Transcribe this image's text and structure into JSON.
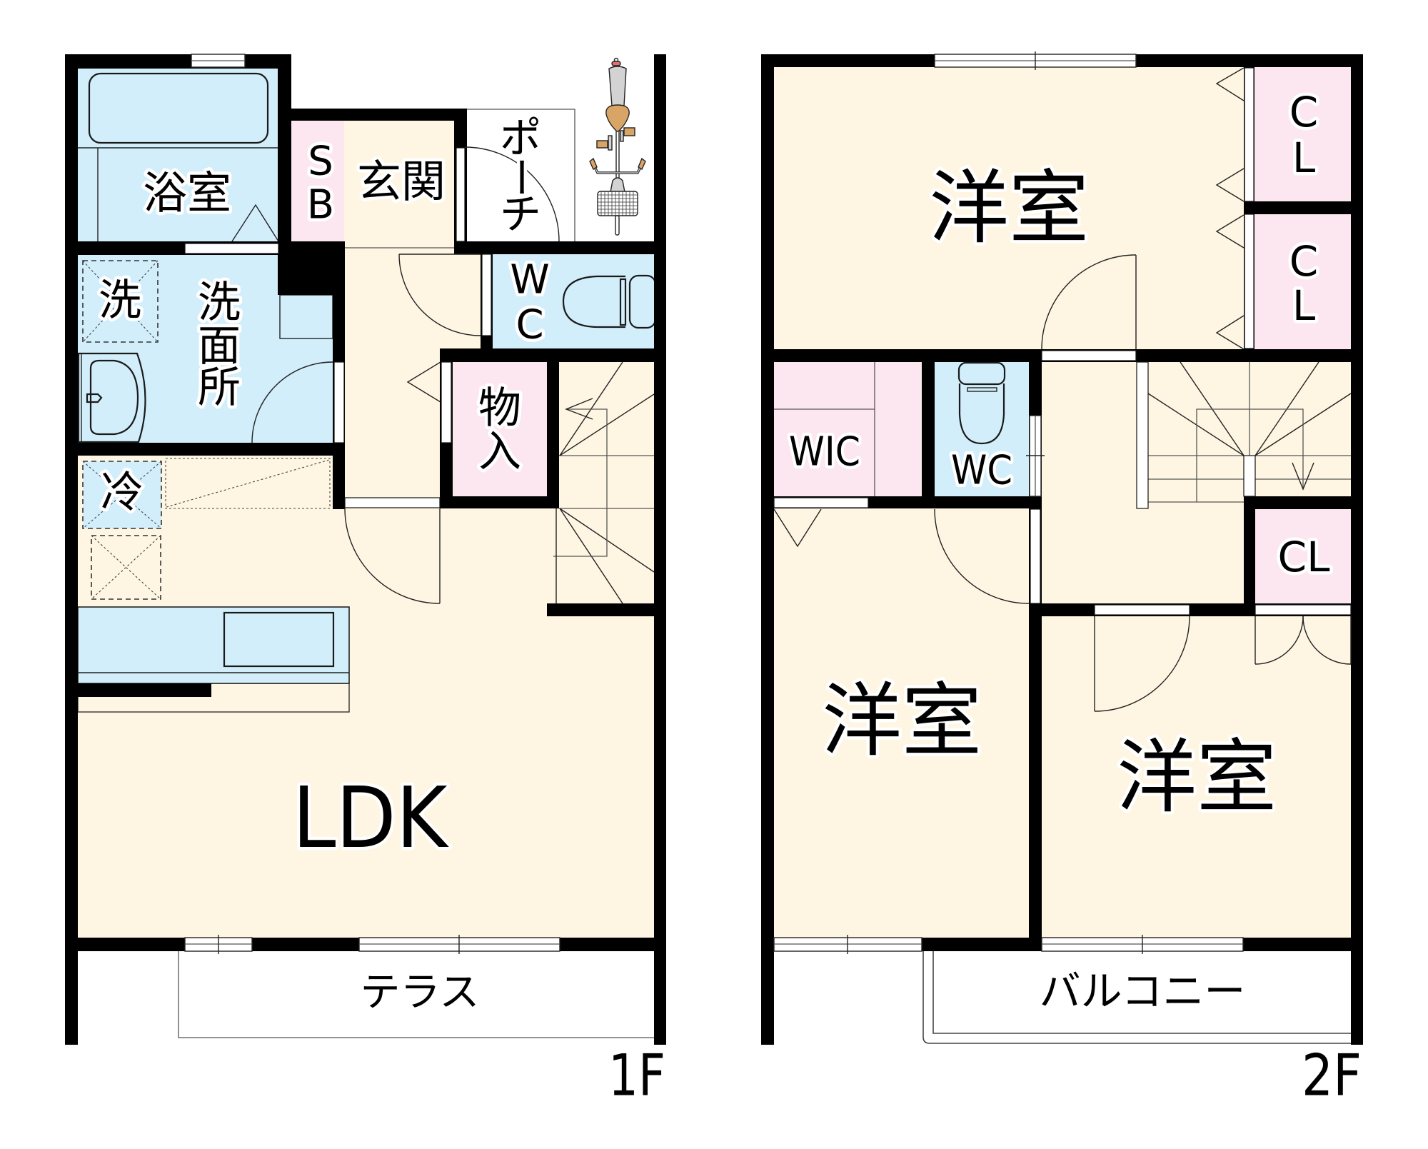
{
  "colors": {
    "wet_area": "#D2EEFB",
    "living_area": "#FEF6E3",
    "storage_area": "#FCE7F0",
    "wall": "#000000",
    "outdoor": "#FFFFFF",
    "bicycle_saddle": "#D9A566",
    "bicycle_body": "#D3D3D3"
  },
  "floor_1f": {
    "floor_label": "1F",
    "labels": {
      "bath": "浴室",
      "shoe_box": [
        "S",
        "B"
      ],
      "entrance": "玄関",
      "porch": [
        "ポ",
        "ー",
        "チ"
      ],
      "toilet": [
        "W",
        "C"
      ],
      "washing_machine": "洗",
      "washroom": [
        "洗",
        "面",
        "所"
      ],
      "refrigerator": "冷",
      "storage": [
        "物",
        "入"
      ],
      "ldk": "LDK",
      "terrace": "テラス"
    },
    "icons": [
      "bicycle-icon",
      "bathtub-icon",
      "toilet-icon",
      "washbasin-icon",
      "kitchen-sink-icon",
      "staircase-icon"
    ]
  },
  "floor_2f": {
    "floor_label": "2F",
    "labels": {
      "western_room_north": "洋室",
      "closet_1": [
        "C",
        "L"
      ],
      "closet_2": [
        "C",
        "L"
      ],
      "walk_in_closet": "WIC",
      "toilet": "WC",
      "closet_3": "CL",
      "western_room_southwest": "洋室",
      "western_room_southeast": "洋室",
      "balcony": "バルコニー"
    },
    "icons": [
      "toilet-icon",
      "staircase-icon"
    ]
  }
}
